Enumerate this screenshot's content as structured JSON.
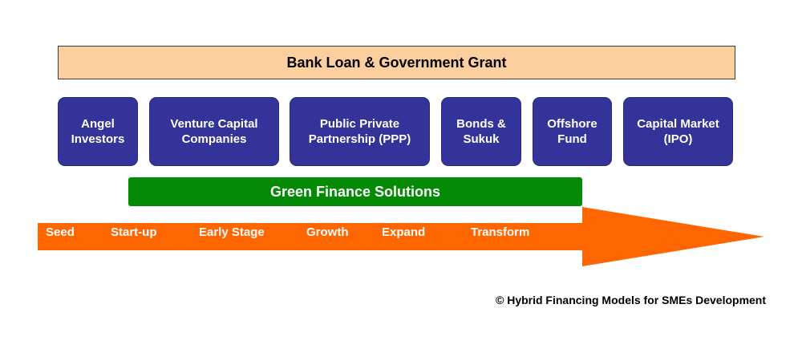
{
  "colors": {
    "top_bar_fill": "#FCCF9E",
    "box_fill": "#33339A",
    "box_border": "#2A2A80",
    "green_bar_fill": "#058A05",
    "arrow_fill": "#FF6600",
    "stage_text": "#FFFFFF"
  },
  "top_bar": {
    "label": "Bank Loan & Government Grant"
  },
  "funding_sources": [
    {
      "label": "Angel\nInvestors"
    },
    {
      "label": "Venture Capital\nCompanies"
    },
    {
      "label": "Public Private\nPartnership (PPP)"
    },
    {
      "label": "Bonds &\nSukuk"
    },
    {
      "label": "Offshore\nFund"
    },
    {
      "label": "Capital Market\n(IPO)"
    }
  ],
  "green_bar": {
    "label": "Green Finance Solutions"
  },
  "stages": [
    {
      "label": "Seed"
    },
    {
      "label": "Start-up"
    },
    {
      "label": "Early Stage"
    },
    {
      "label": "Growth"
    },
    {
      "label": "Expand"
    },
    {
      "label": "Transform"
    }
  ],
  "footer": {
    "text": "©  Hybrid Financing Models for SMEs Development"
  }
}
